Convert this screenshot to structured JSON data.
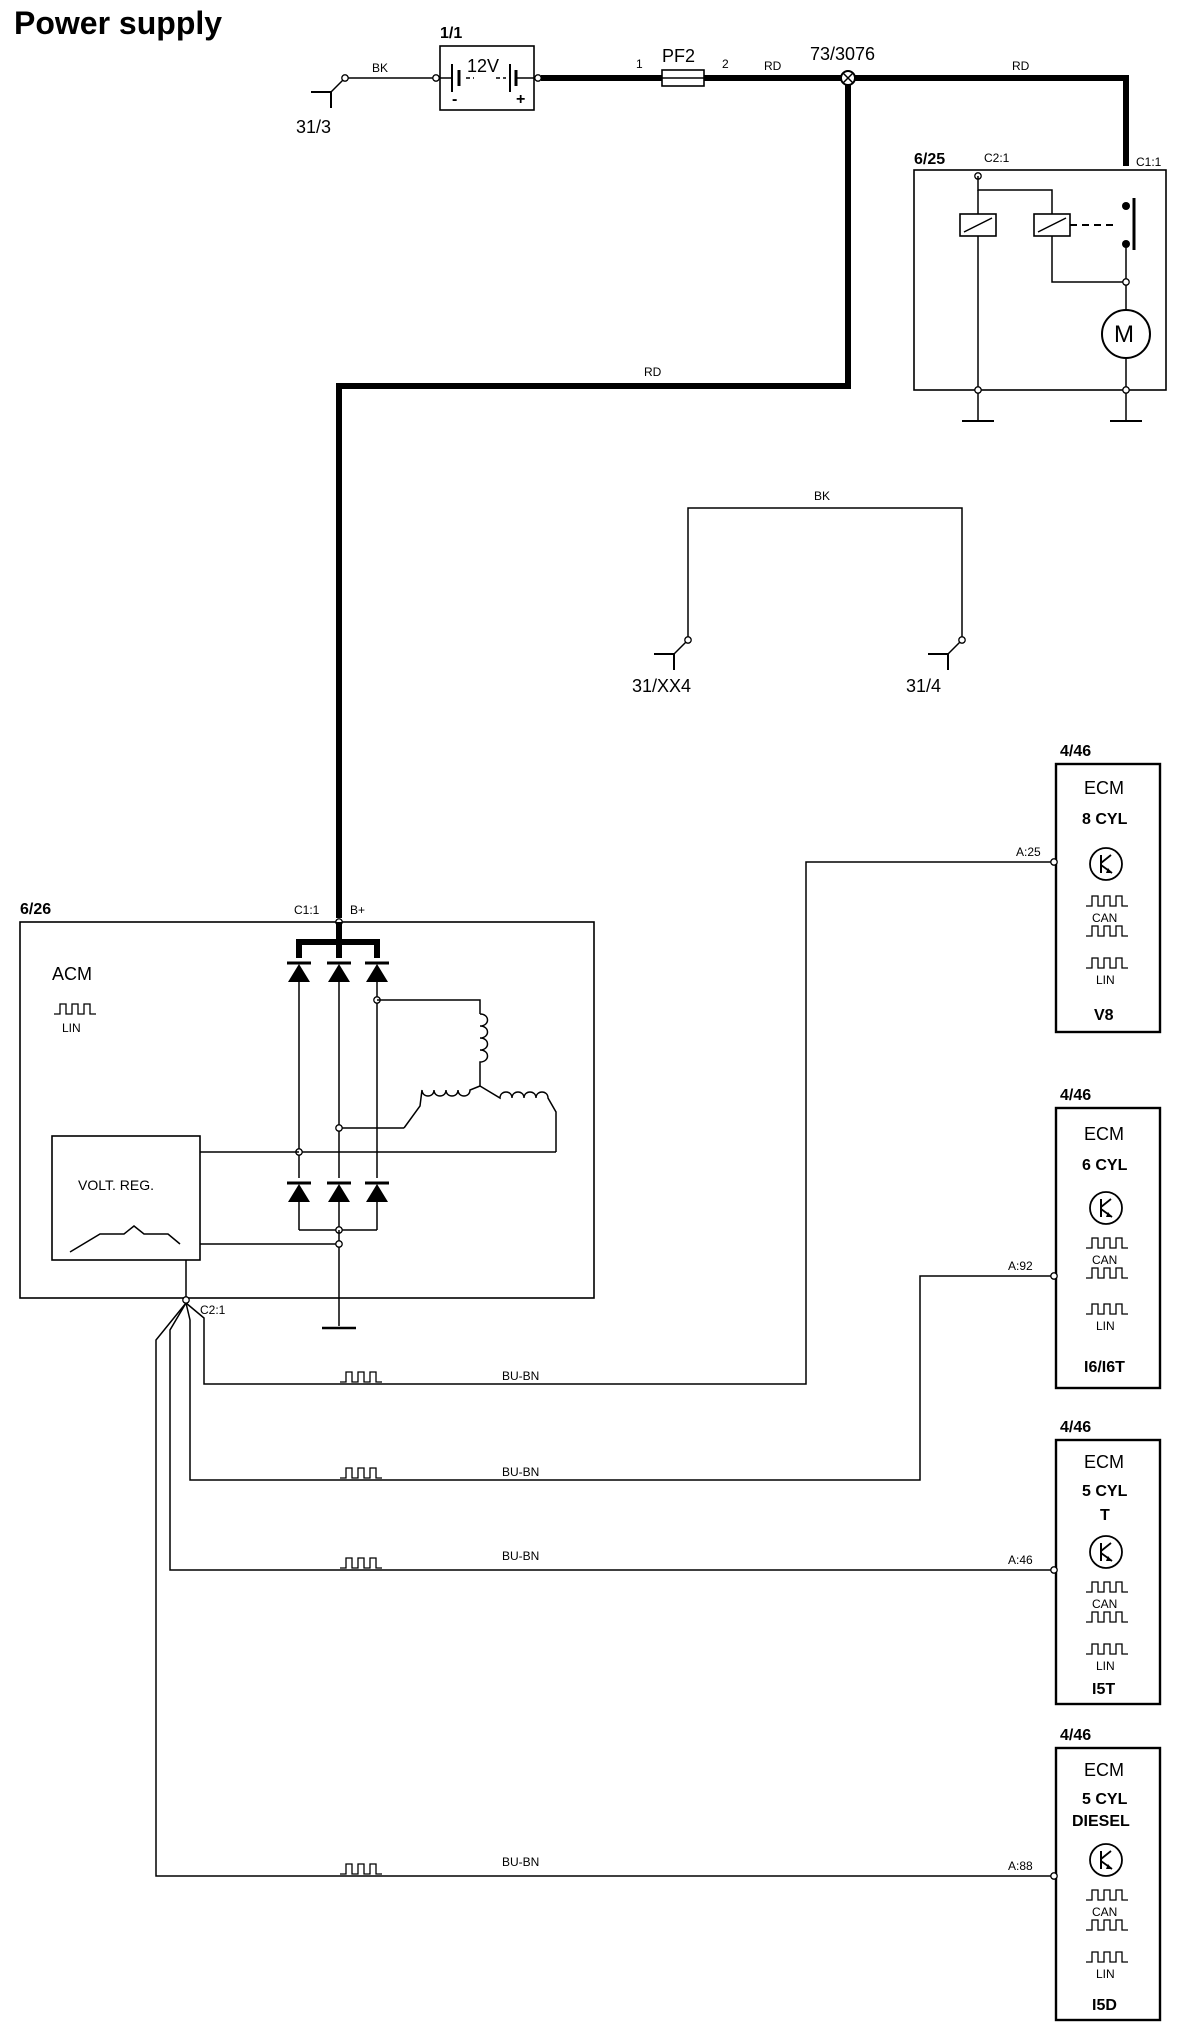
{
  "title": "Power supply",
  "battery": {
    "id": "1/1",
    "voltage": "12V",
    "minus": "-",
    "plus": "+"
  },
  "fuse": {
    "id": "PF2",
    "pin_in": "1",
    "pin_out": "2"
  },
  "splice": {
    "id": "73/3076"
  },
  "grounds": {
    "battery": "31/3",
    "left": "31/XX4",
    "right": "31/4"
  },
  "wire_colors": {
    "ground_bk": "BK",
    "fuse_out_rd": "RD",
    "splice_to_starter_rd": "RD",
    "feed_down_rd": "RD",
    "ground_link_bk": "BK",
    "lin_v8": "BU-BN",
    "lin_i6": "BU-BN",
    "lin_i5t": "BU-BN",
    "lin_i5d": "BU-BN"
  },
  "starter": {
    "id": "6/25",
    "pin_c2": "C2:1",
    "pin_c1": "C1:1",
    "motor": "M"
  },
  "alternator": {
    "id": "6/26",
    "name": "ACM",
    "lin": "LIN",
    "pin_c1": "C1:1",
    "pin_bplus": "B+",
    "pin_c2": "C2:1",
    "regulator": "VOLT. REG."
  },
  "ecms": [
    {
      "id": "4/46",
      "name": "ECM",
      "cyl": [
        "8 CYL"
      ],
      "can": "CAN",
      "lin": "LIN",
      "variant": "V8",
      "pin": "A:25"
    },
    {
      "id": "4/46",
      "name": "ECM",
      "cyl": [
        "6 CYL"
      ],
      "can": "CAN",
      "lin": "LIN",
      "variant": "I6/I6T",
      "pin": "A:92"
    },
    {
      "id": "4/46",
      "name": "ECM",
      "cyl": [
        "5 CYL",
        "T"
      ],
      "can": "CAN",
      "lin": "LIN",
      "variant": "I5T",
      "pin": "A:46"
    },
    {
      "id": "4/46",
      "name": "ECM",
      "cyl": [
        "5 CYL",
        "DIESEL"
      ],
      "can": "CAN",
      "lin": "LIN",
      "variant": "I5D",
      "pin": "A:88"
    }
  ]
}
